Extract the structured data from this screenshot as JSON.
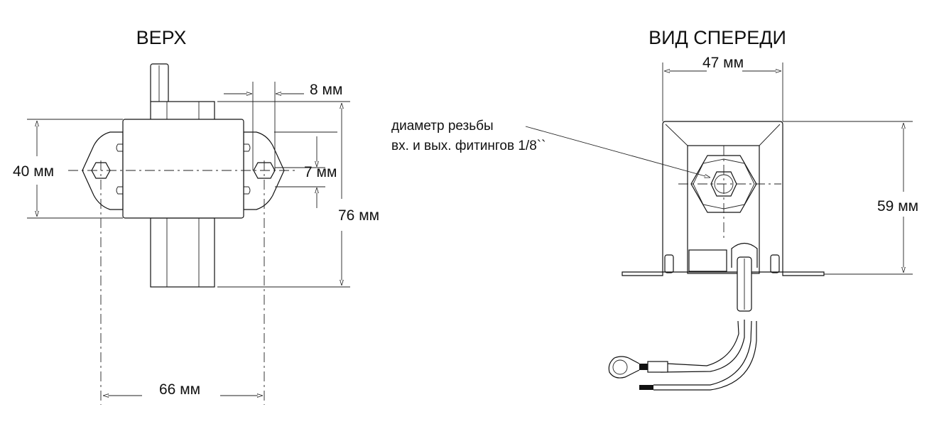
{
  "top_view": {
    "title": "ВЕРХ",
    "dim_height": "40 мм",
    "dim_hole": "7 мм",
    "dim_flange": "8 мм",
    "dim_length": "76 мм",
    "dim_mount": "66 мм"
  },
  "front_view": {
    "title": "ВИД СПЕРЕДИ",
    "dim_width": "47 мм",
    "dim_height": "59 мм",
    "note_line1": "диаметр резьбы",
    "note_line2": "вх. и вых. фитингов 1/8``"
  }
}
